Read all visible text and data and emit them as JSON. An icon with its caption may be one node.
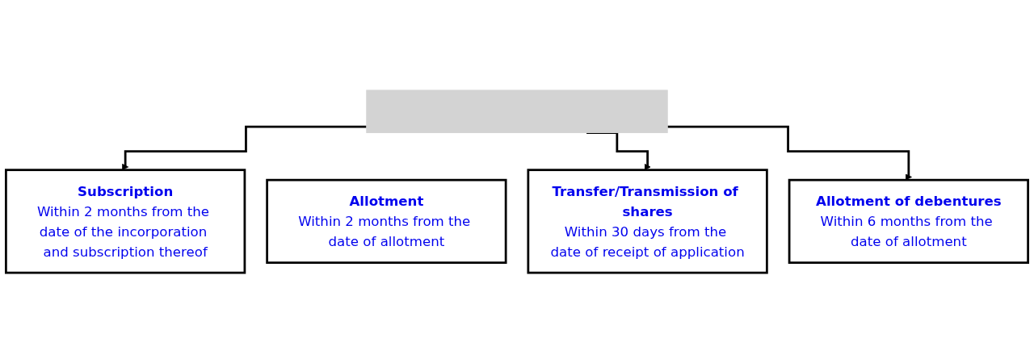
{
  "diagram": {
    "nodes": [
      {
        "text": [],
        "shape": "bar"
      },
      {
        "text": [
          "Subscription",
          "Within 2 months from the date of the incorporation and subscription thereof"
        ]
      },
      {
        "text": [
          "Allotment",
          "Within 2 months from the date of allotment"
        ]
      },
      {
        "text": [
          "Transfer/Transmission of shares",
          "Within 30 days from the date of receipt of application"
        ]
      },
      {
        "text": [
          "Allotment of debentures",
          "Within 6 months from the date of allotment"
        ]
      }
    ],
    "edges": [
      {
        "from": 0,
        "to": 1,
        "arrow": "to"
      },
      {
        "from": 0,
        "to": 3,
        "arrow": "to"
      },
      {
        "from": 0,
        "to": 4,
        "arrow": "to"
      }
    ]
  }
}
